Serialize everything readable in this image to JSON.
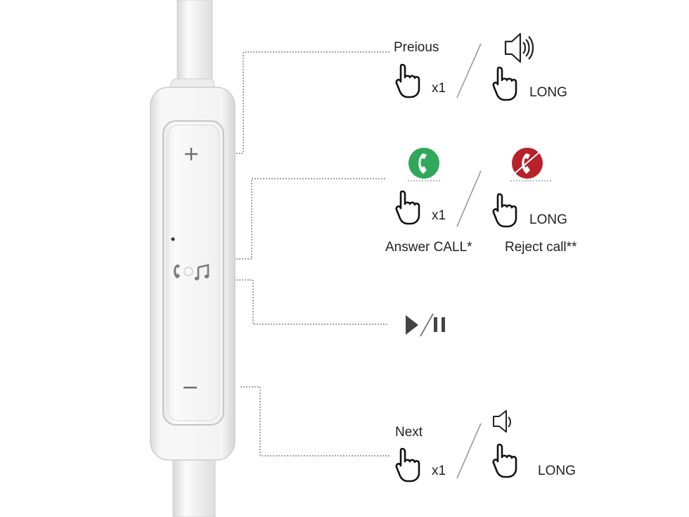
{
  "sections": {
    "plus": {
      "label_previous": "Preious",
      "press_count": "x1",
      "press_long": "LONG"
    },
    "call": {
      "press_count": "x1",
      "press_long": "LONG",
      "label_answer": "Answer CALL*",
      "label_reject": "Reject call**"
    },
    "minus": {
      "label_next": "Next",
      "press_count": "x1",
      "press_long": "LONG"
    }
  },
  "colors": {
    "answer_green": "#2fa85a",
    "reject_red": "#b8202a",
    "line_gray": "#6b6b6b"
  }
}
